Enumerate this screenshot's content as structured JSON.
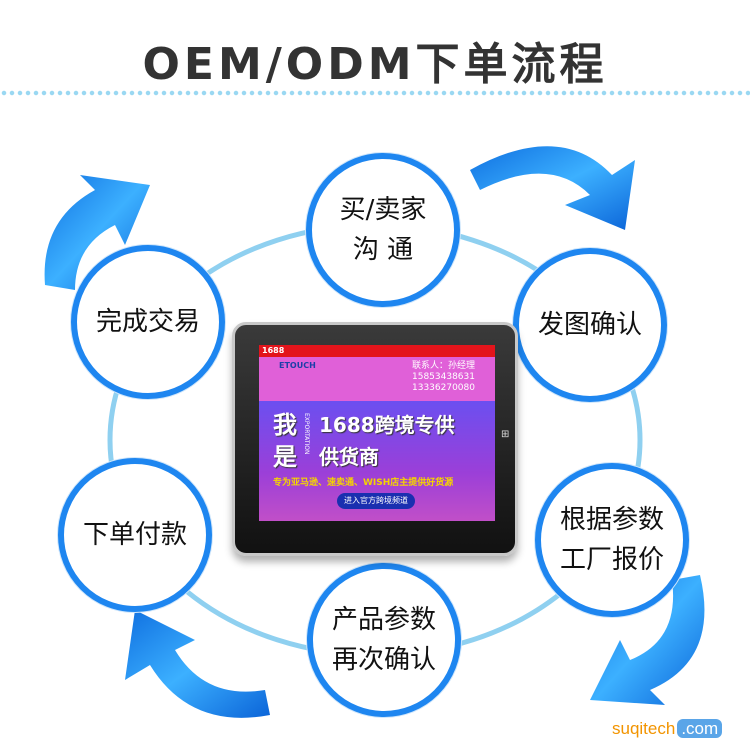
{
  "title": "OEM/ODM下单流程",
  "steps": [
    {
      "line1": "买/卖家",
      "line2": "沟 通"
    },
    {
      "line1": "发图确认",
      "line2": ""
    },
    {
      "line1": "根据参数",
      "line2": "工厂报价"
    },
    {
      "line1": "产品参数",
      "line2": "再次确认"
    },
    {
      "line1": "下单付款",
      "line2": ""
    },
    {
      "line1": "完成交易",
      "line2": ""
    }
  ],
  "tablet": {
    "site": "1688",
    "brand": "ETOUCH",
    "contact_label": "联系人：孙经理",
    "phone1": "15853438631",
    "phone2": "13336270080",
    "banner_left": "我是",
    "banner_line1": "1688跨境专供",
    "banner_line2": "供货商",
    "banner_vertical": "EXPORTATION",
    "slogan": "专为亚马逊、速卖通、WISH店主提供好货源",
    "enter_button": "进入官方跨境频道"
  },
  "watermark": {
    "name": "suqitech",
    "tld": ".com"
  },
  "colors": {
    "circle_border": "#1e86f0",
    "ring": "#8fd0f0",
    "arrow": "#1a8cf0"
  }
}
